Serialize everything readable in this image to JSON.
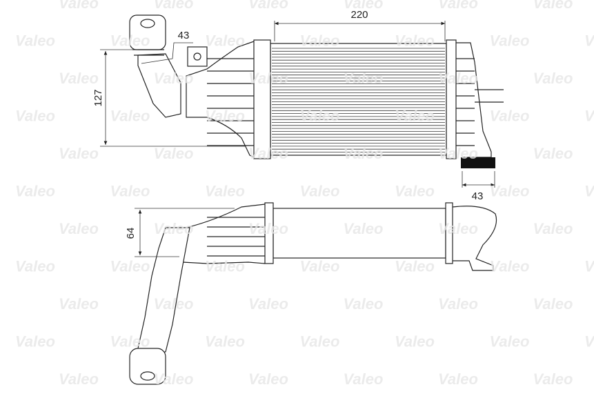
{
  "watermark": "Valeo",
  "dimensions": {
    "width_core": "220",
    "inlet_diameter": "43",
    "height": "127",
    "outlet_diameter": "43",
    "depth": "64"
  },
  "colors": {
    "line": "#222222",
    "watermark": "#e6e6e6"
  }
}
